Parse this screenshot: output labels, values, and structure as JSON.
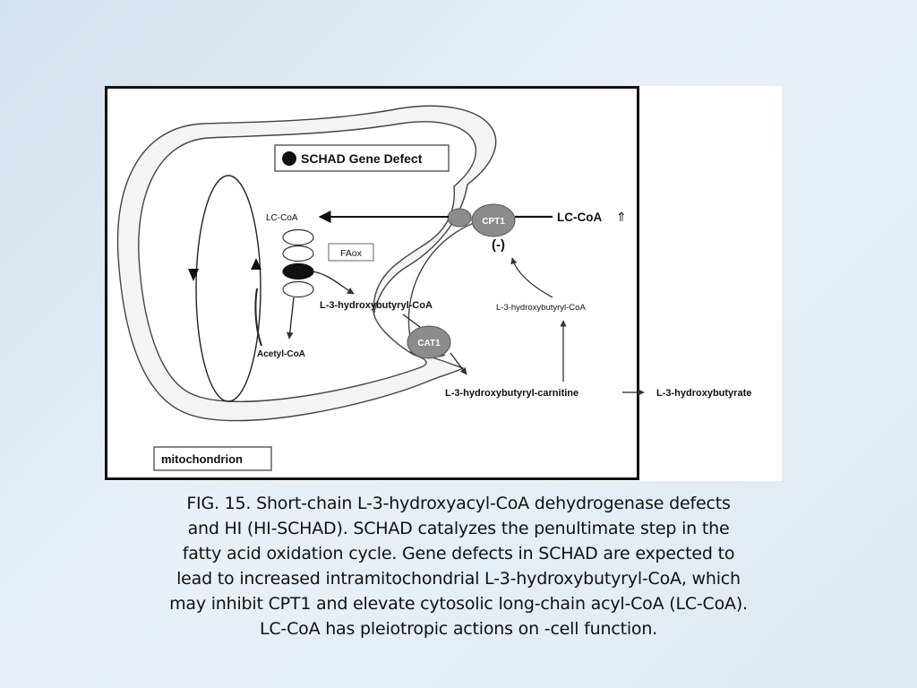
{
  "diagram": {
    "box_labels": {
      "schad_defect": "SCHAD Gene Defect",
      "mitochondrion": "mitochondrion",
      "faox": "FAox"
    },
    "enzymes": {
      "cpt1": "CPT1",
      "cat1": "CAT1"
    },
    "metabolites": {
      "lc_coa_inner": "LC-CoA",
      "lc_coa_outer": "LC-CoA",
      "lc_coa_up_arrow": "⇑",
      "l3_hbcoa_inner": "L-3-hydroxybutyryl-CoA",
      "l3_hbcoa_outer": "L-3-hydroxybutyryl-CoA",
      "acetyl_coa": "Acetyl-CoA",
      "l3_hb_carnitine": "L-3-hydroxybutyryl-carnitine",
      "l3_hydroxybutyrate": "L-3-hydroxybutyrate"
    },
    "inhibition_mark": "(-)"
  },
  "caption": {
    "lines": [
      "FIG. 15. Short-chain L-3-hydroxyacyl-CoA dehydrogenase defects",
      "and HI (HI-SCHAD). SCHAD catalyzes the penultimate step in the",
      "fatty acid oxidation cycle. Gene defects in SCHAD are expected to",
      "lead to increased intramitochondrial L-3-hydroxybutyryl-CoA, which",
      "may inhibit CPT1 and elevate cytosolic long-chain acyl-CoA (LC-CoA).",
      "LC-CoA has pleiotropic actions on -cell function."
    ]
  },
  "colors": {
    "background": "#dce7f2",
    "enzyme_fill": "#8c8c8c",
    "ink": "#111111"
  }
}
